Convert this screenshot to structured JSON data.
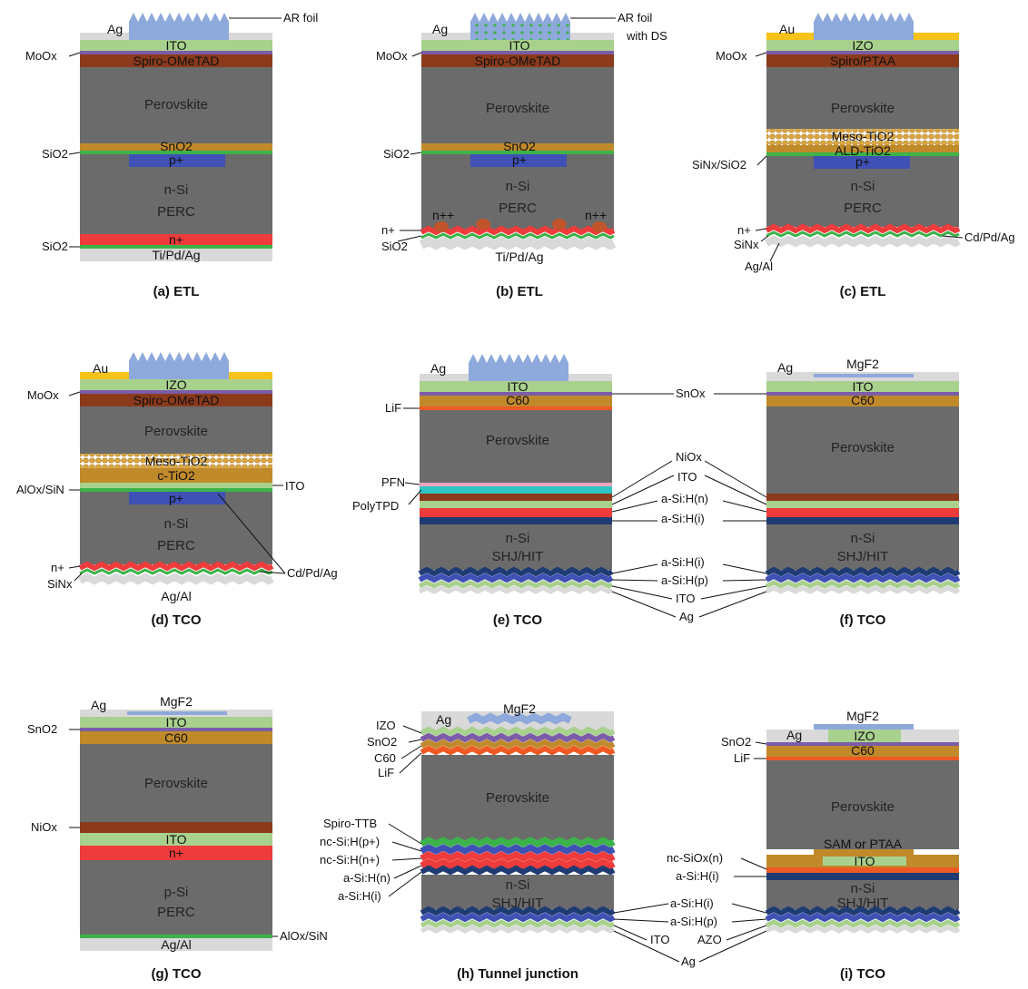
{
  "colors": {
    "silicon": "#6b6b6b",
    "perovskite": "#6b6b6b",
    "ito": "#a9d18e",
    "spiro": "#8b3a1c",
    "moox": "#7b5ca8",
    "sno2": "#c08a2b",
    "pplus": "#3f51b5",
    "green": "#3cb34a",
    "red": "#ee3b3b",
    "metal": "#d9d9d9",
    "ar": "#8ea9db",
    "gold": "#f7c21a",
    "navy": "#1f3b73",
    "blue": "#3f51b5",
    "teal": "#2ec4c4",
    "pink": "#f4a6c0",
    "lif": "#ef5a24",
    "mgf2": "#8ea9db",
    "c60": "#c08a2b",
    "brown_bump": "#c0552b"
  },
  "panels": {
    "a": {
      "caption": "(a) ETL",
      "left_contact": "Ag",
      "ar_label": "AR foil",
      "ito": "ITO",
      "moox": "MoOx",
      "spiro": "Spiro-OMeTAD",
      "perovskite": "Perovskite",
      "sno2": "SnO2",
      "pplus": "p+",
      "sio2_top": "SiO2",
      "nsi": "n-Si",
      "perc": "PERC",
      "nplus": "n+",
      "sio2_bot": "SiO2",
      "rear": "Ti/Pd/Ag"
    },
    "b": {
      "caption": "(b) ETL",
      "left_contact": "Ag",
      "ar_label_1": "AR foil",
      "ar_label_2": "with DS",
      "ito": "ITO",
      "moox": "MoOx",
      "spiro": "Spiro-OMeTAD",
      "perovskite": "Perovskite",
      "sno2": "SnO2",
      "pplus": "p+",
      "sio2_top": "SiO2",
      "nsi": "n-Si",
      "perc": "PERC",
      "npp_left": "n++",
      "npp_right": "n++",
      "nplus": "n+",
      "sio2_bot": "SiO2",
      "rear": "Ti/Pd/Ag"
    },
    "c": {
      "caption": "(c) ETL",
      "left_contact": "Au",
      "izo": "IZO",
      "moox": "MoOx",
      "spiro": "Spiro/PTAA",
      "perovskite": "Perovskite",
      "meso": "Meso-TiO2",
      "ald": "ALD-TiO2",
      "pplus": "p+",
      "sinx_sio2": "SiNx/SiO2",
      "nsi": "n-Si",
      "perc": "PERC",
      "nplus": "n+",
      "sinx": "SiNx",
      "cdpdag": "Cd/Pd/Ag",
      "rear": "Ag/Al"
    },
    "d": {
      "caption": "(d) TCO",
      "left_contact": "Au",
      "izo": "IZO",
      "moox": "MoOx",
      "spiro": "Spiro-OMeTAD",
      "perovskite": "Perovskite",
      "meso": "Meso-TiO2",
      "ctio2": "c-TiO2",
      "alox": "AlOx/SiN",
      "ito_r": "ITO",
      "pplus": "p+",
      "nsi": "n-Si",
      "perc": "PERC",
      "nplus": "n+",
      "sinx": "SiNx",
      "cdpdag": "Cd/Pd/Ag",
      "rear": "Ag/Al"
    },
    "e": {
      "caption": "(e) TCO",
      "left_contact": "Ag",
      "ito": "ITO",
      "c60": "C60",
      "lif": "LiF",
      "perovskite": "Perovskite",
      "pfn": "PFN",
      "polytpd": "PolyTPD",
      "nsi": "n-Si",
      "shj": "SHJ/HIT"
    },
    "ef_shared": {
      "snox": "SnOx",
      "niox": "NiOx",
      "ito_mid": "ITO",
      "asihn": "a-Si:H(n)",
      "asihi_top": "a-Si:H(i)",
      "asihi_bot": "a-Si:H(i)",
      "asihp": "a-Si:H(p)",
      "ito_bot": "ITO",
      "ag_bot": "Ag"
    },
    "f": {
      "caption": "(f) TCO",
      "left_contact": "Ag",
      "mgf2": "MgF2",
      "ito": "ITO",
      "c60": "C60",
      "perovskite": "Perovskite",
      "nsi": "n-Si",
      "shj": "SHJ/HIT"
    },
    "g": {
      "caption": "(g) TCO",
      "left_contact": "Ag",
      "mgf2": "MgF2",
      "ito": "ITO",
      "sno2": "SnO2",
      "c60": "C60",
      "perovskite": "Perovskite",
      "niox": "NiOx",
      "ito2": "ITO",
      "nplus": "n+",
      "psi": "p-Si",
      "perc": "PERC",
      "alox": "AlOx/SiN",
      "rear": "Ag/Al"
    },
    "h": {
      "caption": "(h) Tunnel junction",
      "left_contact": "Ag",
      "mgf2": "MgF2",
      "izo": "IZO",
      "sno2": "SnO2",
      "c60": "C60",
      "lif": "LiF",
      "perovskite": "Perovskite",
      "spiro_ttb": "Spiro-TTB",
      "ncsi_p": "nc-Si:H(p+)",
      "ncsi_n": "nc-Si:H(n+)",
      "asihn": "a-Si:H(n)",
      "asihi": "a-Si:H(i)",
      "nsi": "n-Si",
      "shj": "SHJ/HIT"
    },
    "hi_shared": {
      "asihi": "a-Si:H(i)",
      "asihp": "a-Si:H(p)",
      "ito": "ITO",
      "azo": "AZO",
      "ag": "Ag"
    },
    "i": {
      "caption": "(i) TCO",
      "mgf2": "MgF2",
      "left_contact": "Ag",
      "izo": "IZO",
      "sno2": "SnO2",
      "c60": "C60",
      "lif": "LiF",
      "perovskite": "Perovskite",
      "sam": "SAM or PTAA",
      "ito": "ITO",
      "ncsiox": "nc-SiOx(n)",
      "asihi": "a-Si:H(i)",
      "nsi": "n-Si",
      "shj": "SHJ/HIT"
    }
  }
}
